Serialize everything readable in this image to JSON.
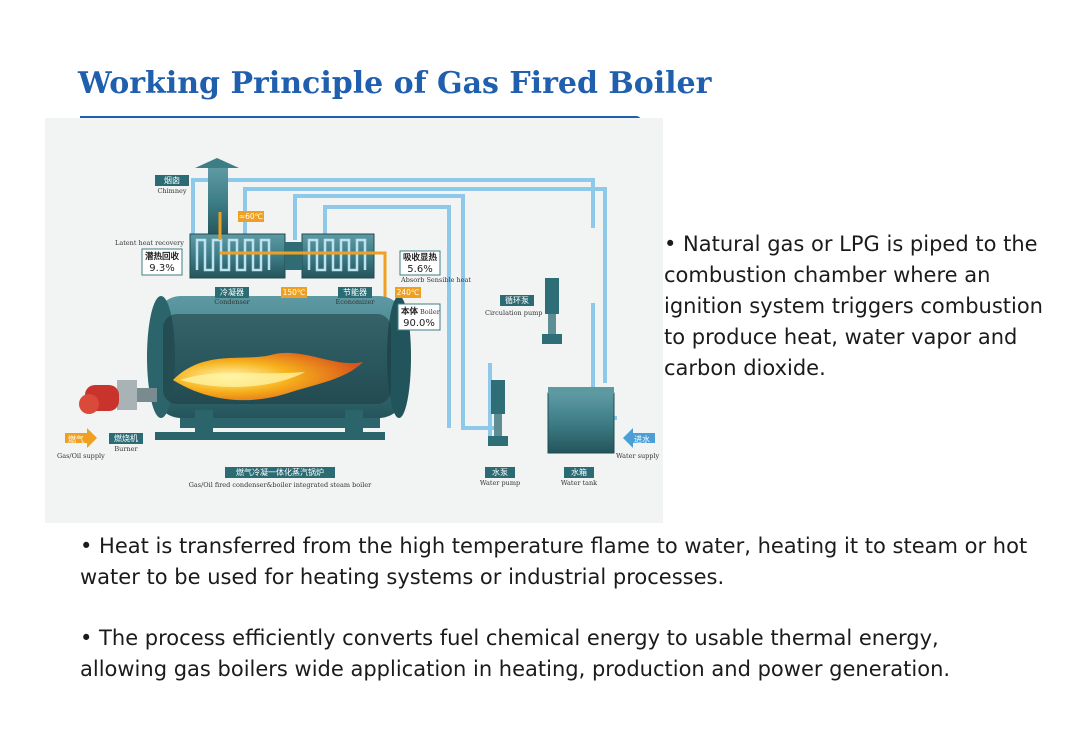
{
  "title": "Working Principle of Gas Fired Boiler",
  "colors": {
    "brand_blue": "#1f5fae",
    "pipe_blue": "#8ec9ea",
    "steam_orange": "#f0a020",
    "boiler_teal": "#3d7d86",
    "label_teal": "#2b6b74"
  },
  "diagram": {
    "chimney": {
      "cn": "烟囱",
      "en": "Chimney"
    },
    "latent": {
      "en": "Latent heat recovery",
      "cn": "潜热回收",
      "value": "9.3%"
    },
    "temp_60": "≈60℃",
    "temp_150": "150℃",
    "temp_240": "240℃",
    "condenser": {
      "cn": "冷凝器",
      "en": "Condenser"
    },
    "economizer": {
      "cn": "节能器",
      "en": "Economizer"
    },
    "sensible": {
      "cn": "吸收显热",
      "value": "5.6%",
      "en": "Absorb Sensible heat"
    },
    "boiler_eff": {
      "cn": "本体",
      "en": "Boiler",
      "value": "90.0%"
    },
    "circulation_pump": {
      "cn": "循环泵",
      "en": "Circulation pump"
    },
    "gas": {
      "cn": "燃气",
      "en": "Gas/Oil supply"
    },
    "burner": {
      "cn": "燃烧机",
      "en": "Burner"
    },
    "boiler_name": {
      "cn": "燃气冷凝一体化蒸汽锅炉",
      "en": "Gas/Oil fired condenser&boiler integrated steam boiler"
    },
    "water_pump": {
      "cn": "水泵",
      "en": "Water pump"
    },
    "water_tank": {
      "cn": "水箱",
      "en": "Water tank"
    },
    "water_in": {
      "cn": "进水",
      "en": "Water supply"
    }
  },
  "bullets": {
    "b1": "• Natural gas or LPG is piped to the combustion chamber where an ignition system triggers combustion to produce heat, water vapor and carbon dioxide.",
    "b2": "• Heat is transferred from the high temperature flame to water, heating it to steam or hot water to be used for heating systems or industrial processes.",
    "b3": "• The process efficiently converts fuel chemical energy to usable thermal energy, allowing gas boilers wide application in heating, production and power generation."
  }
}
